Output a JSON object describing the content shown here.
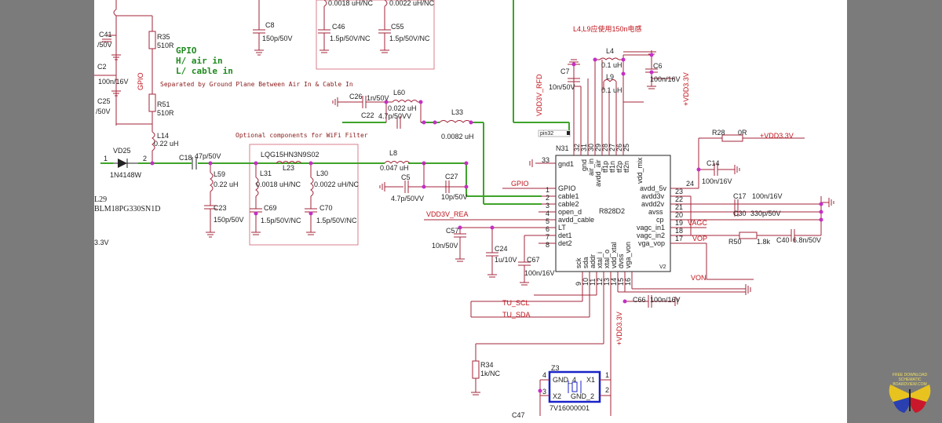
{
  "colors": {
    "wire": "#a3253a",
    "net_green": "#3fa32a",
    "label_red": "#c0141c",
    "junction": "#c42fc4",
    "chip_box": "#1a22c8"
  },
  "notes": {
    "note_l4_l9": "L4,L9应使用150n电感",
    "gpio": "GPIO",
    "air_in": "H/ air in",
    "cable_in": "L/ cable in",
    "separated": "Separated by Ground Plane Between Air In & Cable In",
    "optional": "Optional components for WiFi Filter",
    "lqg": "LQG15HN3N9S02",
    "v33_left": "3.3V"
  },
  "components": {
    "c41": "C41",
    "c41_val": "/50V",
    "r35": "R35",
    "r35_val": "510R",
    "c2": "C2",
    "c2_val": "100n/16V",
    "c25": "C25",
    "c25_val": "/50V",
    "r51": "R51",
    "r51_val": "510R",
    "l14": "L14",
    "l14_val": "0.22 uH",
    "c8": "C8",
    "c8_val": "150p/50V",
    "c46": "C46",
    "c46_val": "1.5p/50V/NC",
    "c55": "C55",
    "c55_val": "1.5p/50V/NC",
    "top_frag1": "0.0018 uH/NC",
    "top_frag2": "0.0022 uH/NC",
    "c26": "C26",
    "c26_val": "1n/50V",
    "l60": "L60",
    "l60_val": "0.022 uH",
    "c22": "C22",
    "c22_val": "4.7p/50VV",
    "l33": "L33",
    "l33_val": "0.0082 uH",
    "vd25": "VD25",
    "vd25_val": "1N4148W",
    "c18": "C18",
    "c18_val": "47p/50V",
    "l59": "L59",
    "l59_val": "0.22 uH",
    "c23": "C23",
    "c23_val": "150p/50V",
    "l29": "L29",
    "l29_val": "BLM18PG330SN1D",
    "l31": "L31",
    "l31_val": "0.0018 uH/NC",
    "l23": "L23",
    "l30": "L30",
    "l30_val": "0.0022 uH/NC",
    "c69": "C69",
    "c69_val": "1.5p/50V/NC",
    "c70": "C70",
    "c70_val": "1.5p/50V/NC",
    "l8": "L8",
    "l8_val": "0.047 uH",
    "c5": "C5",
    "c5_val": "4.7p/50VV",
    "c27": "C27",
    "c27_val": "10p/50V",
    "c57": "C57",
    "c57_val": "10n/50V",
    "c24": "C24",
    "c24_val": "1u/10V",
    "c67": "C67",
    "c67_val": "100n/16V",
    "l4": "L4",
    "l4_val": "0.1 uH",
    "l9": "L9",
    "l9_val": "0.1 uH",
    "c7": "C7",
    "c7_val": "10n/50V",
    "c6": "C6",
    "c6_val": "100n/16V",
    "r28": "R28",
    "r28_val": "0R",
    "c14": "C14",
    "c14_val": "100n/16V",
    "c17": "C17",
    "c17_val": "100n/16V",
    "c30": "C30",
    "c30_val": "330p/50V",
    "r50": "R50",
    "r50_val": "1.8k",
    "c40": "C40",
    "c40_val": "6.8n/50V",
    "c66": "C66",
    "c66_val": "100n/16V",
    "r34": "R34",
    "r34_val": "1k/NC",
    "c47": "C47",
    "z3": "Z3",
    "z3_val": "7V16000001",
    "z3_gnd4": "GND_4",
    "z3_x1": "X1",
    "z3_x2": "X2",
    "z3_gnd2": "GND_2",
    "z3_p4": "4",
    "z3_p1": "1",
    "z3_p3": "3",
    "z3_p2": "2"
  },
  "nets": {
    "vdd3v_rfd": "VDD3V_RFD",
    "vdd33_top": "+VDD3.3V",
    "vdd33_r28": "+VDD3.3V",
    "vdd33_bottom": "+VDD3.3V",
    "gpio": "GPIO",
    "vdd3v_rea": "VDD3V_REA",
    "vagc": "VAGC",
    "vop": "VOP",
    "von": "VON",
    "tu_scl": "TU_SCL",
    "tu_sda": "TU_SDA",
    "pin32": "pin32"
  },
  "ic": {
    "ref": "N31",
    "part": "R828D2",
    "corner": "V2",
    "left_pins": [
      {
        "num": "33",
        "name": "gnd1"
      },
      {
        "num": "1",
        "name": "GPIO"
      },
      {
        "num": "2",
        "name": "cable1"
      },
      {
        "num": "3",
        "name": "cable2"
      },
      {
        "num": "4",
        "name": "open_d"
      },
      {
        "num": "5",
        "name": "avdd_cable"
      },
      {
        "num": "6",
        "name": "LT"
      },
      {
        "num": "7",
        "name": "det1"
      },
      {
        "num": "8",
        "name": "det2"
      }
    ],
    "right_pins": [
      {
        "num": "24",
        "name": "avdd_5v"
      },
      {
        "num": "23",
        "name": "avdd3v"
      },
      {
        "num": "22",
        "name": "avdd2v"
      },
      {
        "num": "21",
        "name": "avss"
      },
      {
        "num": "20",
        "name": "cp"
      },
      {
        "num": "19",
        "name": "vagc_in1"
      },
      {
        "num": "18",
        "name": "vagc_in2"
      },
      {
        "num": "17",
        "name": "vga_vop"
      }
    ],
    "top_pins": [
      {
        "num": "32",
        "name": "gnd"
      },
      {
        "num": "31",
        "name": "air_in"
      },
      {
        "num": "30",
        "name": "avdd_air"
      },
      {
        "num": "29",
        "name": "tf1p"
      },
      {
        "num": "28",
        "name": "tf1n"
      },
      {
        "num": "27",
        "name": "tf2p"
      },
      {
        "num": "26",
        "name": "tf2n"
      },
      {
        "num": "25",
        "name": "vdd_mix"
      }
    ],
    "bottom_pins": [
      {
        "num": "9",
        "name": "sck"
      },
      {
        "num": "10",
        "name": "sda"
      },
      {
        "num": "11",
        "name": "addr"
      },
      {
        "num": "12",
        "name": "xtal_i"
      },
      {
        "num": "13",
        "name": "xtal_o"
      },
      {
        "num": "14",
        "name": "vdd_xtal"
      },
      {
        "num": "15",
        "name": "dvss"
      },
      {
        "num": "16",
        "name": "vga_von"
      }
    ]
  },
  "pins_misc": {
    "p1": "1",
    "p2": "2"
  },
  "watermark": {
    "line1": "FREE DOWNLOAD",
    "line2": "SCHEMATIC",
    "line3": "BOARDVIEW.COM"
  }
}
